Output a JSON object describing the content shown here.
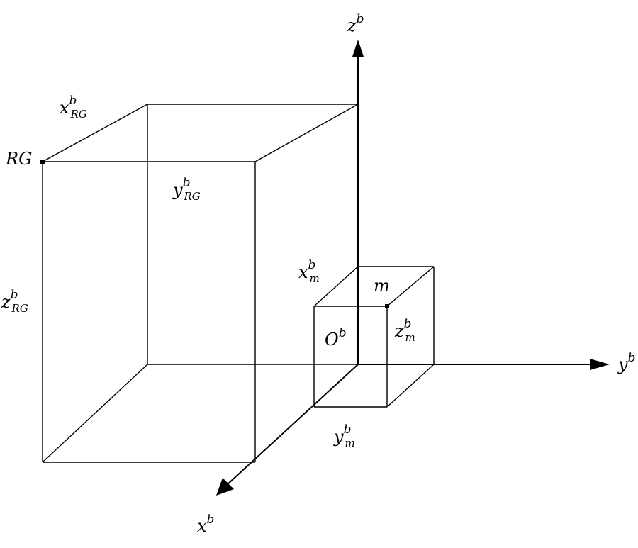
{
  "labels": {
    "axis_z": {
      "base": "z",
      "sup": "b"
    },
    "axis_y": {
      "base": "y",
      "sup": "b"
    },
    "axis_x": {
      "base": "x",
      "sup": "b"
    },
    "origin": {
      "base": "O",
      "sup": "b"
    },
    "point_rg": {
      "base": "RG"
    },
    "point_m": {
      "base": "m"
    },
    "x_rg": {
      "base": "x",
      "sup": "b",
      "sub": "RG"
    },
    "y_rg": {
      "base": "y",
      "sup": "b",
      "sub": "RG"
    },
    "z_rg": {
      "base": "z",
      "sup": "b",
      "sub": "RG"
    },
    "x_m": {
      "base": "x",
      "sup": "b",
      "sub": "m"
    },
    "y_m": {
      "base": "y",
      "sup": "b",
      "sub": "m"
    },
    "z_m": {
      "base": "z",
      "sup": "b",
      "sub": "m"
    }
  }
}
